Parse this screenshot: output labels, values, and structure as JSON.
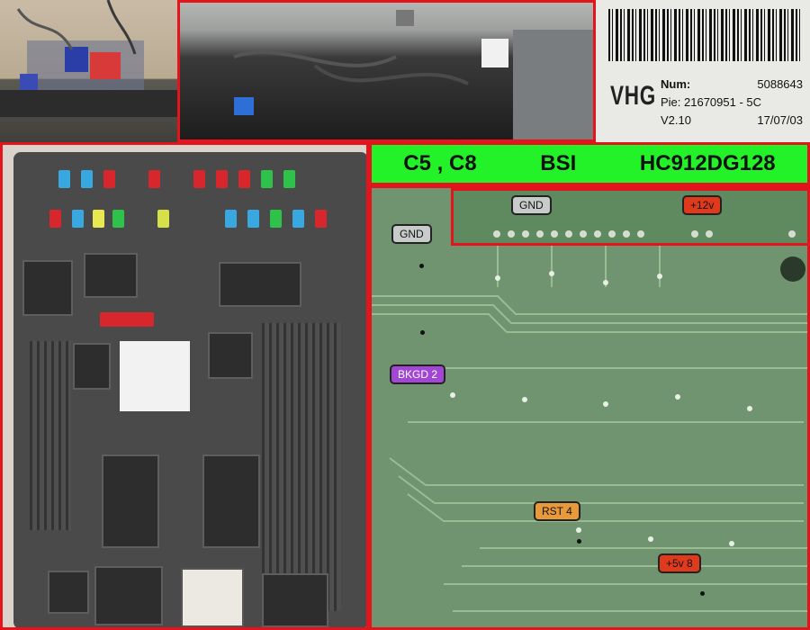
{
  "title_bar": {
    "model": "C5 , C8",
    "module": "BSI",
    "chip": "HC912DG128"
  },
  "label": {
    "brand": "VHG",
    "num_label": "Num:",
    "num_value": "5088643",
    "pie": "Pie: 21670951 - 5C",
    "version": "V2.10",
    "date": "17/07/03"
  },
  "callouts": {
    "gnd_inset": "GND",
    "plus12v": "+12v",
    "gnd_main": "GND",
    "bkgd": "BKGD 2",
    "rst": "RST 4",
    "plus5v": "+5v 8"
  },
  "colors": {
    "frame_red": "#e3141c",
    "title_green": "#22f227",
    "callout_gray": "#c7cccb",
    "callout_red": "#e03a1c",
    "callout_purple": "#a246d6",
    "callout_orange": "#e89a3b"
  }
}
